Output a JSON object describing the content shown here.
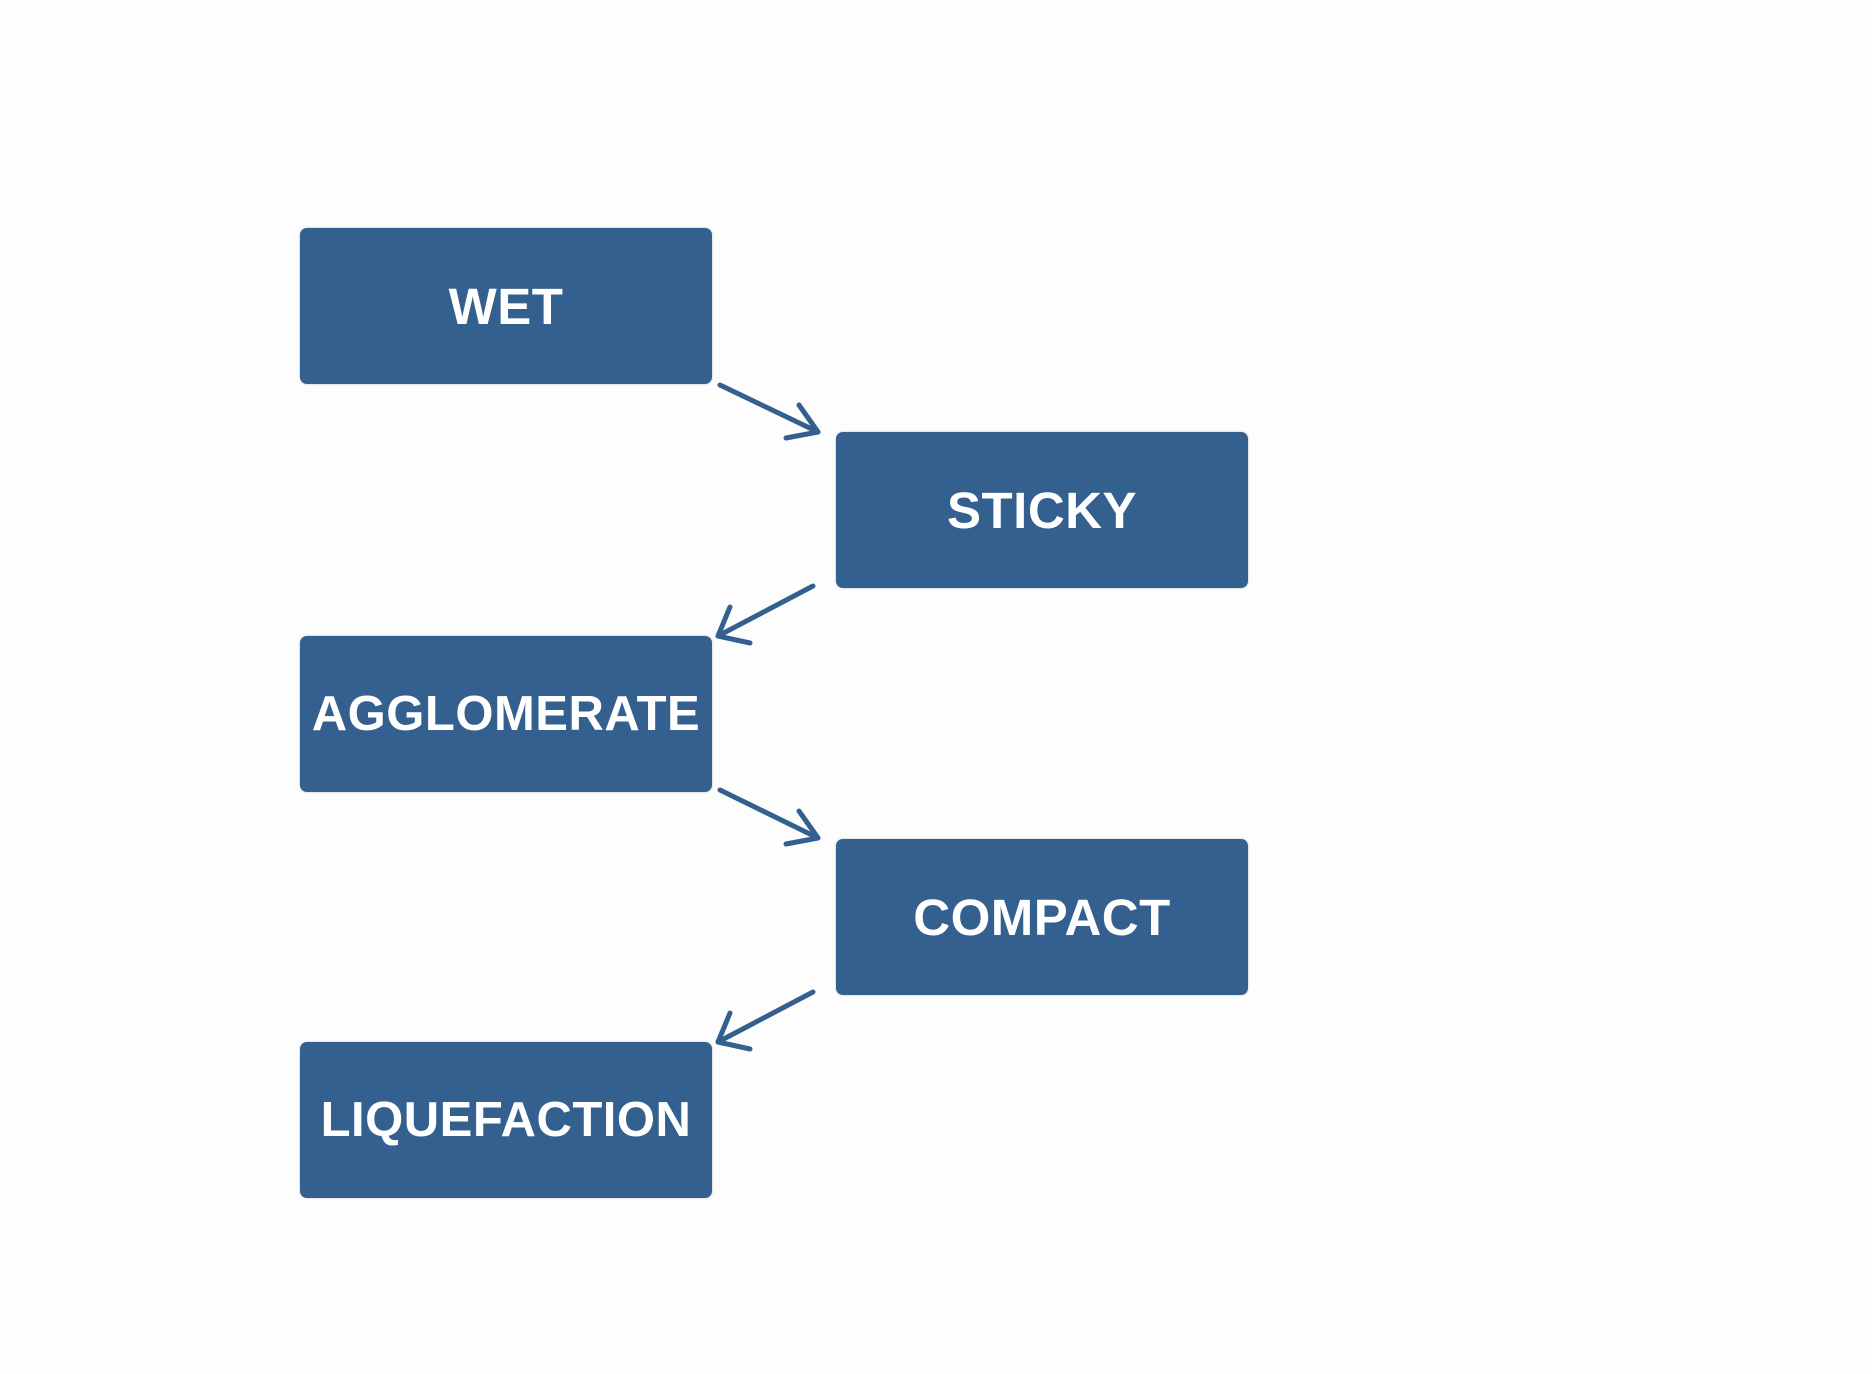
{
  "colors": {
    "box_fill": "#34608f",
    "arrow": "#34608f",
    "label": "#ffffff",
    "background": "#fdfdfe"
  },
  "nodes": [
    {
      "id": "wet",
      "label": "WET"
    },
    {
      "id": "sticky",
      "label": "STICKY"
    },
    {
      "id": "agglomerate",
      "label": "AGGLOMERATE"
    },
    {
      "id": "compact",
      "label": "COMPACT"
    },
    {
      "id": "liquefaction",
      "label": "LIQUEFACTION"
    }
  ],
  "edges": [
    {
      "from": "wet",
      "to": "sticky"
    },
    {
      "from": "sticky",
      "to": "agglomerate"
    },
    {
      "from": "agglomerate",
      "to": "compact"
    },
    {
      "from": "compact",
      "to": "liquefaction"
    }
  ]
}
